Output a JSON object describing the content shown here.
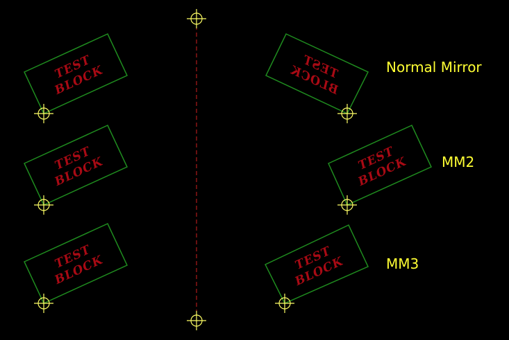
{
  "colors": {
    "background": "#000000",
    "block_outline": "#1f8c1f",
    "block_text": "#a80a14",
    "mirror_line": "#d02020",
    "crosshair": "#ffff66",
    "label": "#ffff33"
  },
  "block": {
    "line1": "TEST",
    "line2": "BLOCK"
  },
  "labels": {
    "normal_mirror": "Normal Mirror",
    "mm2": "MM2",
    "mm3": "MM3"
  }
}
